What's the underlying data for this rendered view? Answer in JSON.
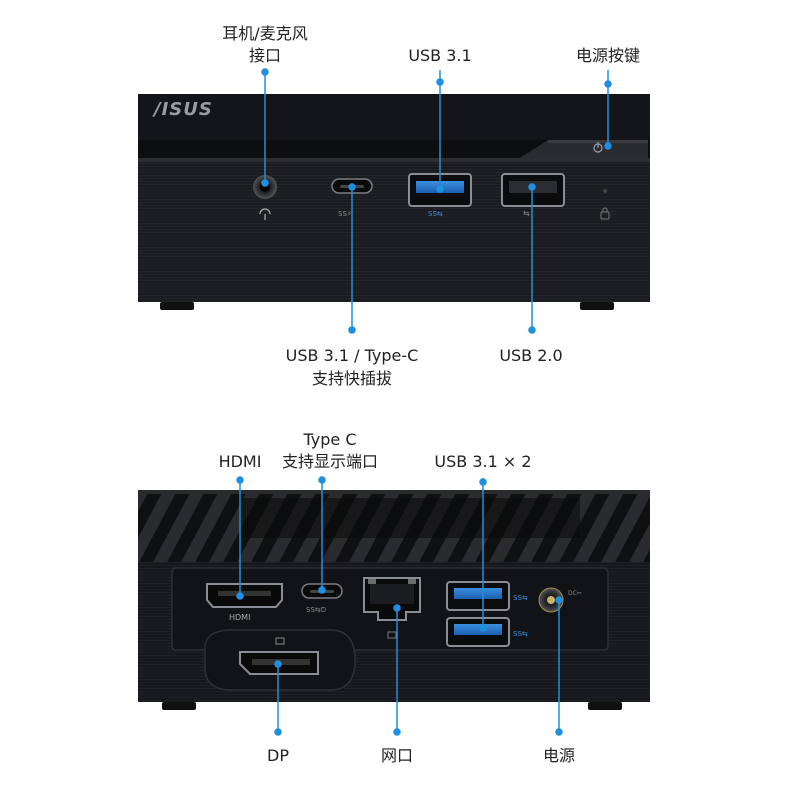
{
  "brand_logo": "/ISUS",
  "accent_color": "#1f8fe0",
  "front": {
    "callouts": {
      "audio_line1": "耳机/麦克风",
      "audio_line2": "接口",
      "usb31_top": "USB 3.1",
      "power_button": "电源按键",
      "typec_line1": "USB 3.1 / Type-C",
      "typec_line2": "支持快插拔",
      "usb20": "USB 2.0"
    }
  },
  "rear": {
    "port_labels": {
      "hdmi": "HDMI"
    },
    "callouts": {
      "hdmi": "HDMI",
      "typec_line1": "Type C",
      "typec_line2": "支持显示端口",
      "usb31x2": "USB 3.1 × 2",
      "dp": "DP",
      "lan": "网口",
      "power": "电源"
    }
  }
}
